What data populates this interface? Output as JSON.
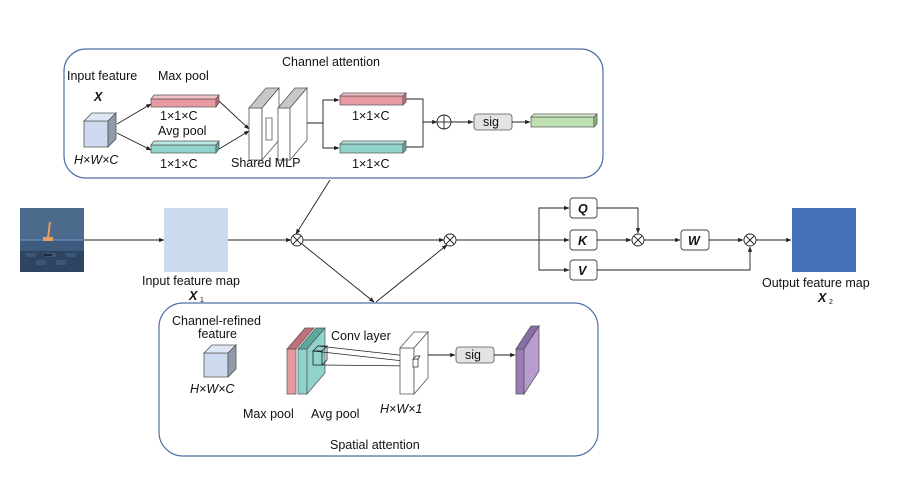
{
  "channel_attention": {
    "title": "Channel attention",
    "input_label": "Input feature",
    "input_symbol": "X",
    "input_dims": "H×W×C",
    "max_pool_label": "Max pool",
    "avg_pool_label": "Avg pool",
    "max_pool_dims": "1×1×C",
    "avg_pool_dims": "1×1×C",
    "mlp_label": "Shared MLP",
    "mlp_out_top_dims": "1×1×C",
    "mlp_out_bottom_dims": "1×1×C",
    "sum_symbol": "⊕",
    "sig_label": "sig"
  },
  "main_flow": {
    "input_image_name": "cartpole-frame",
    "input_map_label": "Input feature map",
    "input_map_symbol": "X",
    "input_map_subscript": "1",
    "mult_symbol": "⊗",
    "q_label": "Q",
    "k_label": "K",
    "v_label": "V",
    "w_label": "W",
    "output_map_label": "Output feature map",
    "output_map_symbol": "X",
    "output_map_subscript": "2"
  },
  "spatial_attention": {
    "title": "Spatial attention",
    "refined_label_line1": "Channel-refined",
    "refined_label_line2": "feature",
    "refined_dims": "H×W×C",
    "conv_label": "Conv layer",
    "max_pool_label": "Max pool",
    "avg_pool_label": "Avg pool",
    "map_dims": "H×W×1",
    "sig_label": "sig"
  },
  "colors": {
    "panel_border": "#4f6fa8",
    "cube_face": "#cdd9ee",
    "max_pool": "#e89aa3",
    "avg_pool": "#8fd3cc",
    "channel_out": "#bfe0b0",
    "spatial_out": "#b89ccf",
    "input_map": "#ccdaf0",
    "output_map": "#4471b6",
    "sig_fill": "#e3e3e3"
  }
}
